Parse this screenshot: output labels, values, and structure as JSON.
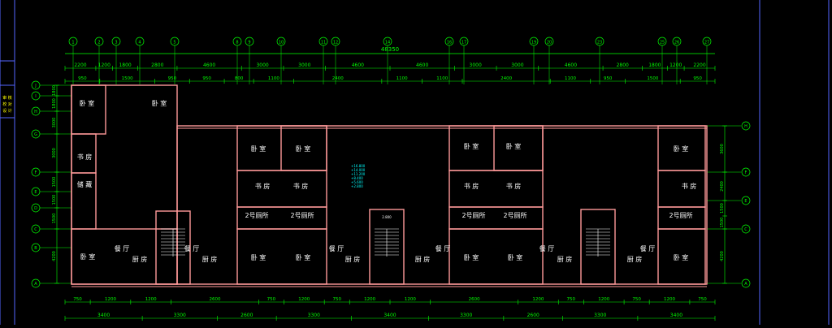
{
  "colors": {
    "background": "#000000",
    "dimension": "#00ff00",
    "wall": "#ff9999",
    "text": "#ffffff",
    "axis": "#00ff00",
    "frame": "#5566ff",
    "accent": "#ffff00",
    "cyan": "#00ffff"
  },
  "title_block": [
    "审 核",
    "校 对",
    "设 计"
  ],
  "overall_dimension": "48350",
  "top_dims_row1": [
    "2200",
    "1200",
    "1800",
    "2800",
    "4600",
    "3000",
    "3000",
    "4600",
    "4600",
    "3000",
    "3000",
    "4600",
    "2800",
    "1800",
    "1200",
    "2200"
  ],
  "top_dims_row2": [
    "950",
    "1500",
    "950",
    "950",
    "800",
    "1100",
    "2400",
    "1100",
    "1100",
    "2400",
    "1100",
    "950",
    "1500",
    "950"
  ],
  "top_axes": [
    "1",
    "2",
    "3",
    "4",
    "5",
    "8",
    "9",
    "10",
    "11",
    "12",
    "14",
    "16",
    "17",
    "19",
    "20",
    "23",
    "25",
    "26",
    "27"
  ],
  "left_axes": [
    "J",
    "I",
    "H",
    "G",
    "F",
    "E",
    "D",
    "C",
    "B",
    "A"
  ],
  "left_dims": [
    "1800",
    "1800",
    "3000",
    "3000",
    "1500",
    "1500",
    "1500",
    "4200"
  ],
  "right_dims": [
    "3600",
    "2400",
    "1500",
    "1500",
    "4200"
  ],
  "right_axes": [
    "H",
    "F",
    "E",
    "C",
    "A"
  ],
  "bottom_dims_row1": [
    "750",
    "1200",
    "1200",
    "2600",
    "750",
    "1200",
    "750",
    "1200",
    "1200",
    "2600",
    "1200",
    "750",
    "1200",
    "750",
    "1200",
    "750"
  ],
  "bottom_dims_row2": [
    "3400",
    "3300",
    "2600",
    "3300",
    "3400",
    "3300",
    "2600",
    "3300",
    "3400"
  ],
  "rooms": [
    {
      "label": "卧 室"
    },
    {
      "label": "卧 室"
    },
    {
      "label": "书 房"
    },
    {
      "label": "储 藏"
    },
    {
      "label": "卧 室"
    },
    {
      "label": "餐 厅"
    },
    {
      "label": "厨 房"
    },
    {
      "label": "厨 房"
    },
    {
      "label": "餐 厅"
    },
    {
      "label": "卧 室"
    },
    {
      "label": "卧 室"
    },
    {
      "label": "书 房"
    },
    {
      "label": "书 房"
    },
    {
      "label": "2号厕所"
    },
    {
      "label": "2号厕所"
    },
    {
      "label": "卧 室"
    },
    {
      "label": "卧 室"
    },
    {
      "label": "餐 厅"
    },
    {
      "label": "厨 房"
    },
    {
      "label": "厨 房"
    },
    {
      "label": "餐 厅"
    },
    {
      "label": "卧 室"
    },
    {
      "label": "卧 室"
    },
    {
      "label": "书 房"
    },
    {
      "label": "书 房"
    },
    {
      "label": "2号厕所"
    },
    {
      "label": "2号厕所"
    },
    {
      "label": "卧 室"
    },
    {
      "label": "卧 室"
    },
    {
      "label": "餐 厅"
    },
    {
      "label": "厨 房"
    },
    {
      "label": "厨 房"
    },
    {
      "label": "餐 厅"
    },
    {
      "label": "卧 室"
    },
    {
      "label": "书 房"
    },
    {
      "label": "2号厕所"
    },
    {
      "label": "卧 室"
    }
  ],
  "levels": [
    "+16.800",
    "+14.000",
    "+11.200",
    "+8.400",
    "+5.600",
    "+2.800"
  ],
  "stair_tag": "2.800"
}
